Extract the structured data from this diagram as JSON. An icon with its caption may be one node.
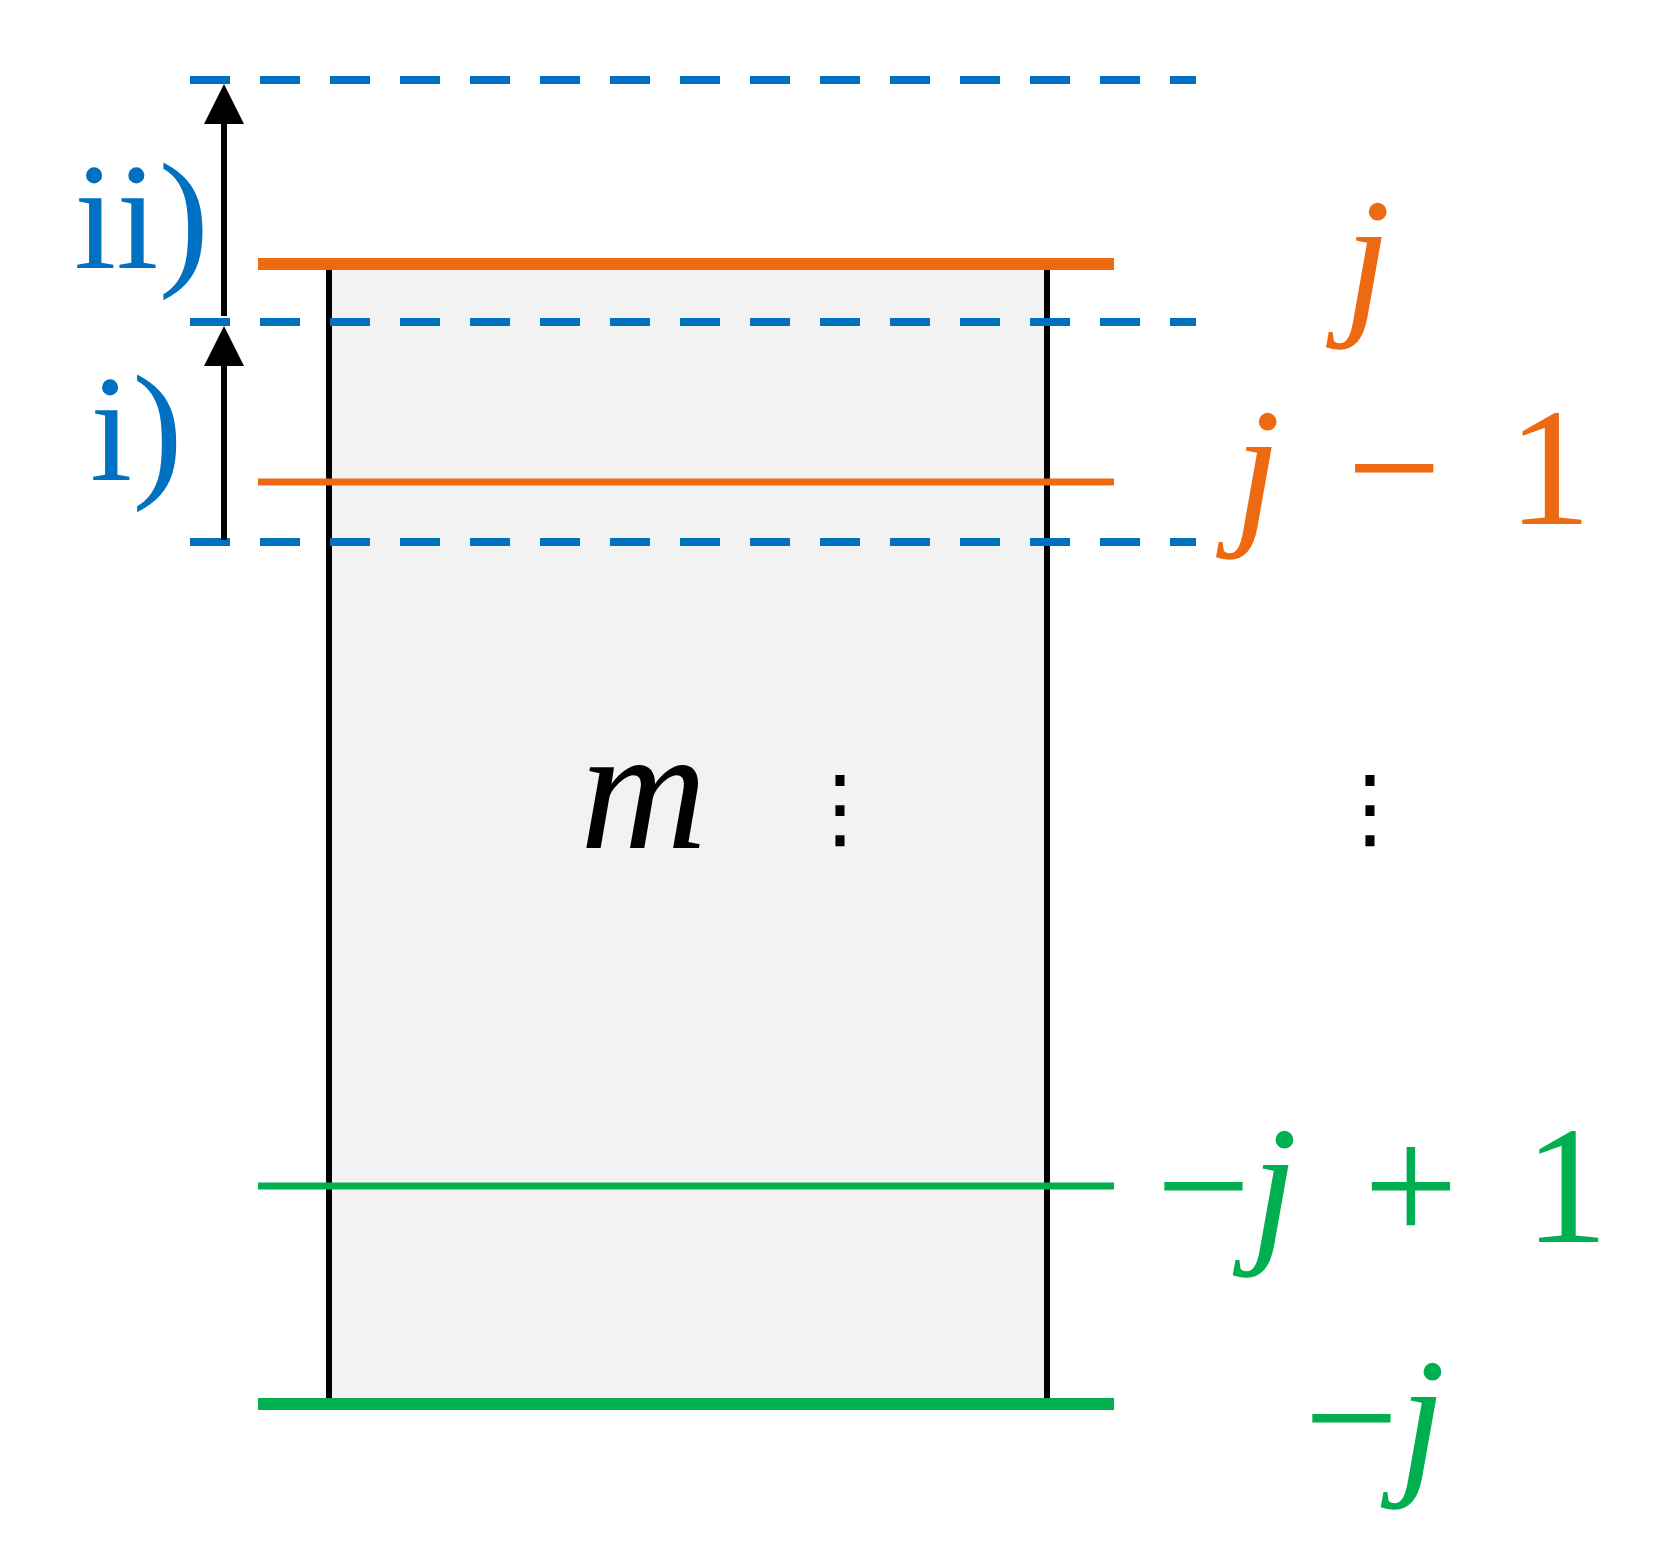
{
  "diagram": {
    "nodes": [
      {
        "text": [
          "m",
          "⋮"
        ]
      }
    ],
    "labels": [
      "ii)",
      "j",
      "i)",
      "*j* − 1",
      "⋮",
      "−*j* + 1",
      "−*j*"
    ]
  }
}
